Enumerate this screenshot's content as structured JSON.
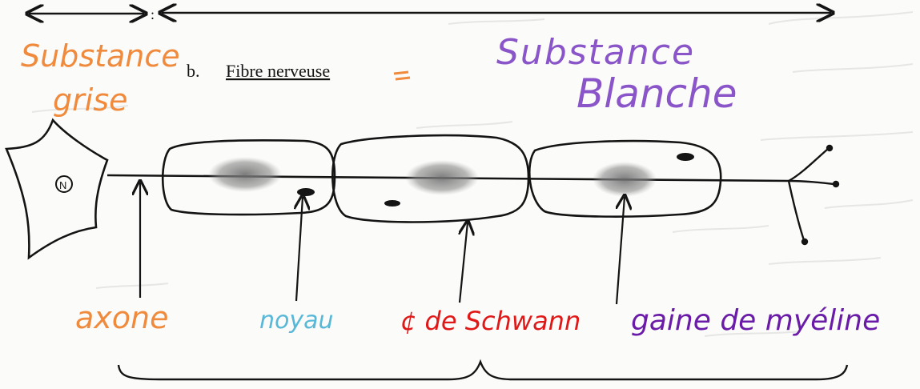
{
  "section_heading": {
    "letter": "b.",
    "title": "Fibre nerveuse"
  },
  "regions": {
    "grey": {
      "line1": "Substance",
      "line2": "grise"
    },
    "white": {
      "line1": "Substance",
      "line2": "Blanche"
    }
  },
  "labels": {
    "axon": "axone",
    "nucleus": "noyau",
    "schwann": "¢ de Schwann",
    "myelin": "gaine de myéline"
  },
  "colors": {
    "orange": "#f08a3c",
    "purple": "#8a55c8",
    "cyan": "#58b8d8",
    "red": "#e01818",
    "violet": "#6a1ca8",
    "ink": "#141414"
  }
}
